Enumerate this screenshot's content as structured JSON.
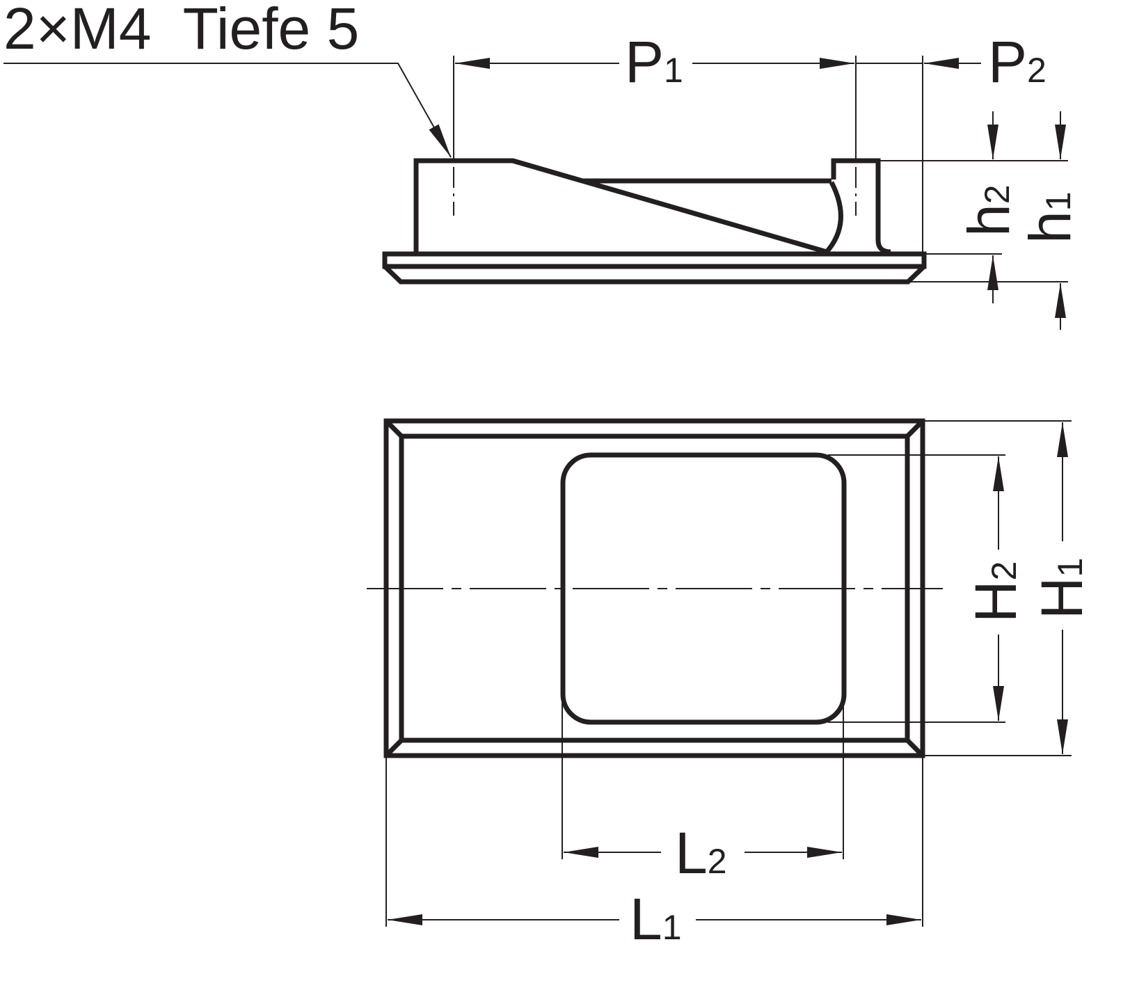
{
  "callout": {
    "text": "2×M4  Tiefe 5"
  },
  "dimensions": {
    "P1": {
      "letter": "P",
      "sub": "1"
    },
    "P2": {
      "letter": "P",
      "sub": "2"
    },
    "h1": {
      "letter": "h",
      "sub": "1"
    },
    "h2": {
      "letter": "h",
      "sub": "2"
    },
    "H1": {
      "letter": "H",
      "sub": "1"
    },
    "H2": {
      "letter": "H",
      "sub": "2"
    },
    "L1": {
      "letter": "L",
      "sub": "1"
    },
    "L2": {
      "letter": "L",
      "sub": "2"
    }
  },
  "colors": {
    "ink": "#231f20",
    "background": "#ffffff"
  }
}
